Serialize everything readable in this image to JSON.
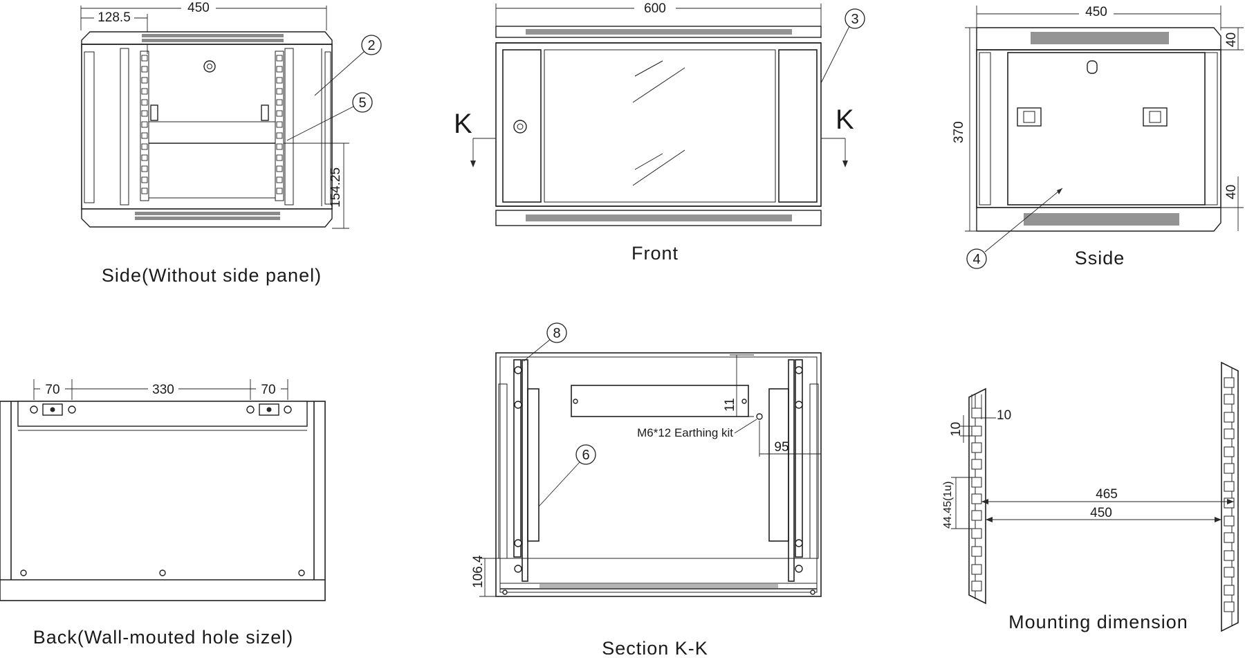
{
  "views": {
    "side": {
      "caption": "Side(Without side panel)",
      "dims": {
        "width": "450",
        "offset": "128.5",
        "height": "154.25"
      },
      "callouts": [
        "2",
        "5"
      ]
    },
    "front": {
      "caption": "Front",
      "dims": {
        "width": "600"
      },
      "callouts": [
        "3"
      ],
      "section_mark": "K"
    },
    "sside": {
      "caption": "Sside",
      "dims": {
        "width": "450",
        "height": "370",
        "top": "40",
        "bottom": "40"
      },
      "callouts": [
        "4"
      ]
    },
    "back": {
      "caption": "Back(Wall-mouted hole sizel)",
      "dims": {
        "left": "70",
        "middle": "330",
        "right": "70"
      }
    },
    "section": {
      "caption": "Section K-K",
      "dims": {
        "depth": "11",
        "offset": "95",
        "bottom": "106.4"
      },
      "note": "M6*12 Earthing kit",
      "callouts": [
        "8",
        "6"
      ]
    },
    "mounting": {
      "caption": "Mounting dimension",
      "dims": {
        "hole_w": "10",
        "hole_h": "10",
        "pitch": "44.45(1u)",
        "outer": "465",
        "inner": "450"
      }
    }
  }
}
